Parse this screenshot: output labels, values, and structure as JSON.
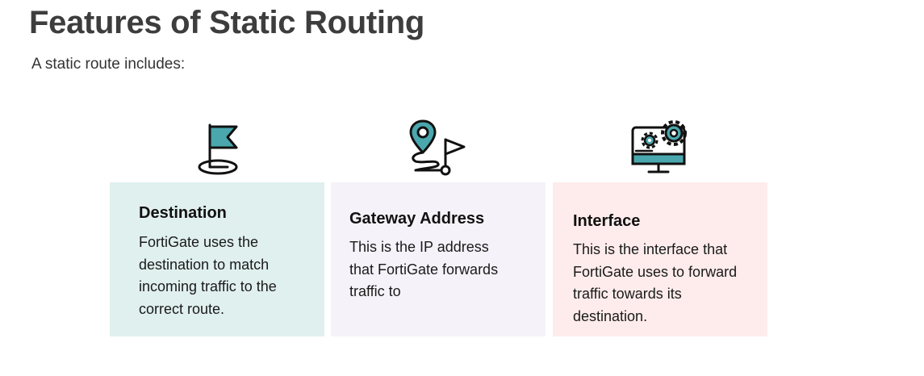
{
  "header": {
    "title": "Features of Static Routing",
    "subtitle": "A static route includes:"
  },
  "colors": {
    "teal": "#4aa7ae",
    "card_destination": "#e0f0ef",
    "card_gateway": "#f5f2f9",
    "card_interface": "#fdeceb"
  },
  "cards": [
    {
      "icon": "flag-icon",
      "title": "Destination",
      "text": "FortiGate uses the destination to match incoming traffic to the correct route."
    },
    {
      "icon": "map-pin-route-icon",
      "title": "Gateway Address",
      "text": "This is the IP address that FortiGate forwards traffic to"
    },
    {
      "icon": "monitor-gears-icon",
      "title": "Interface",
      "text": "This is the interface that FortiGate uses to forward traffic towards its destination."
    }
  ]
}
